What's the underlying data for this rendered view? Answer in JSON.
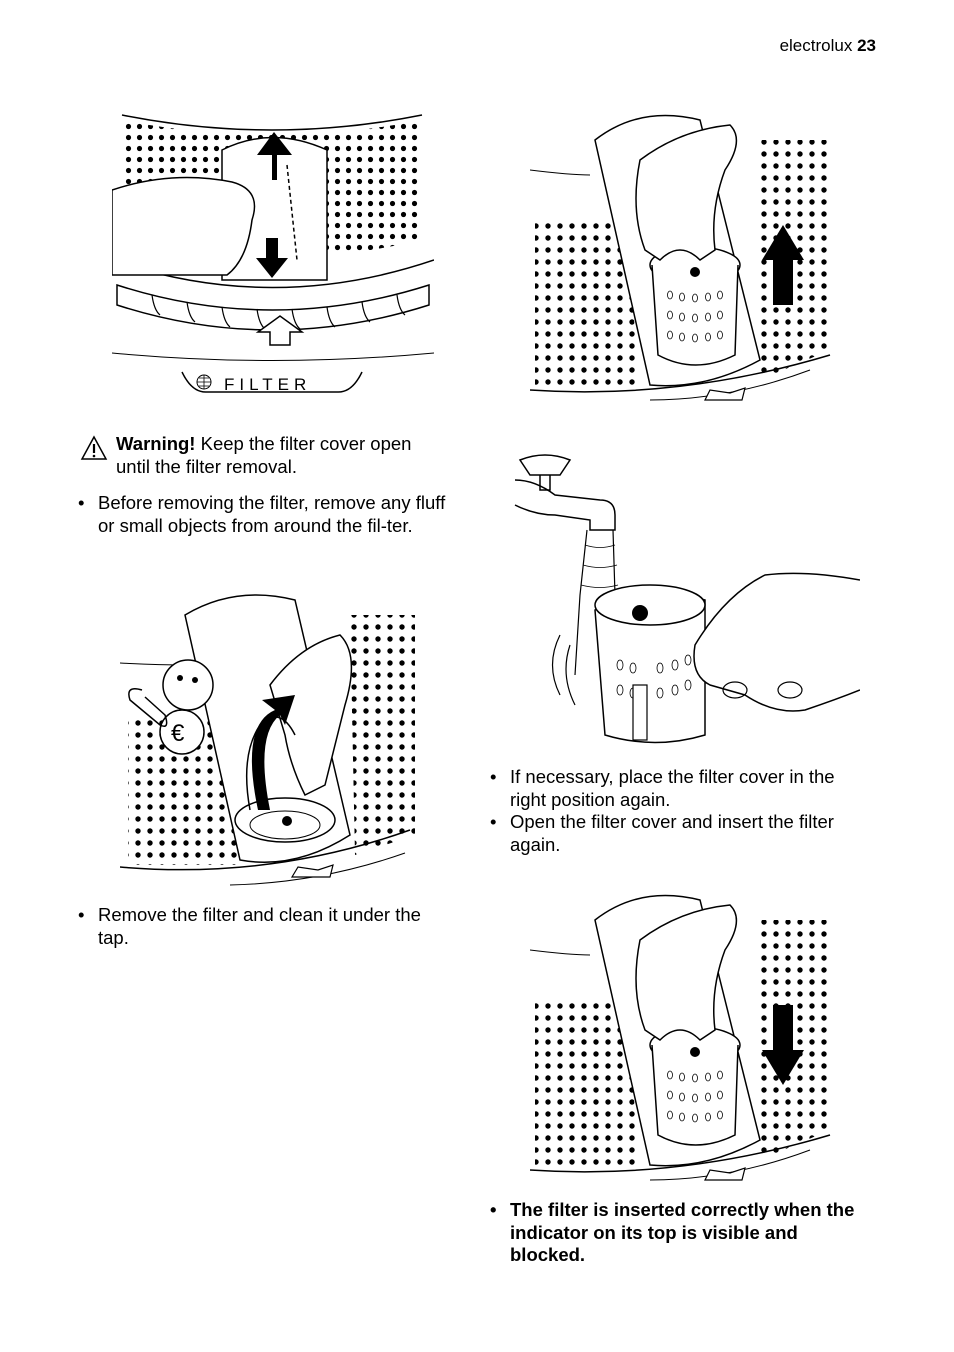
{
  "header": {
    "brand": "electrolux",
    "page_number": "23"
  },
  "figures": {
    "filter_cover_label": "FILTER",
    "coin_symbol": "€"
  },
  "warning": {
    "title": "Warning!",
    "text": " Keep the filter cover open until the filter removal."
  },
  "left_bullets": [
    "Before removing the filter, remove any fluff or small objects from around the fil-ter.",
    "Remove the filter and clean it under the tap."
  ],
  "right_bullets": [
    "If necessary, place the filter cover in the right position again.",
    "Open the filter cover and insert the filter again."
  ],
  "final_note": "The filter is inserted correctly when the indicator on its top is visible and blocked."
}
